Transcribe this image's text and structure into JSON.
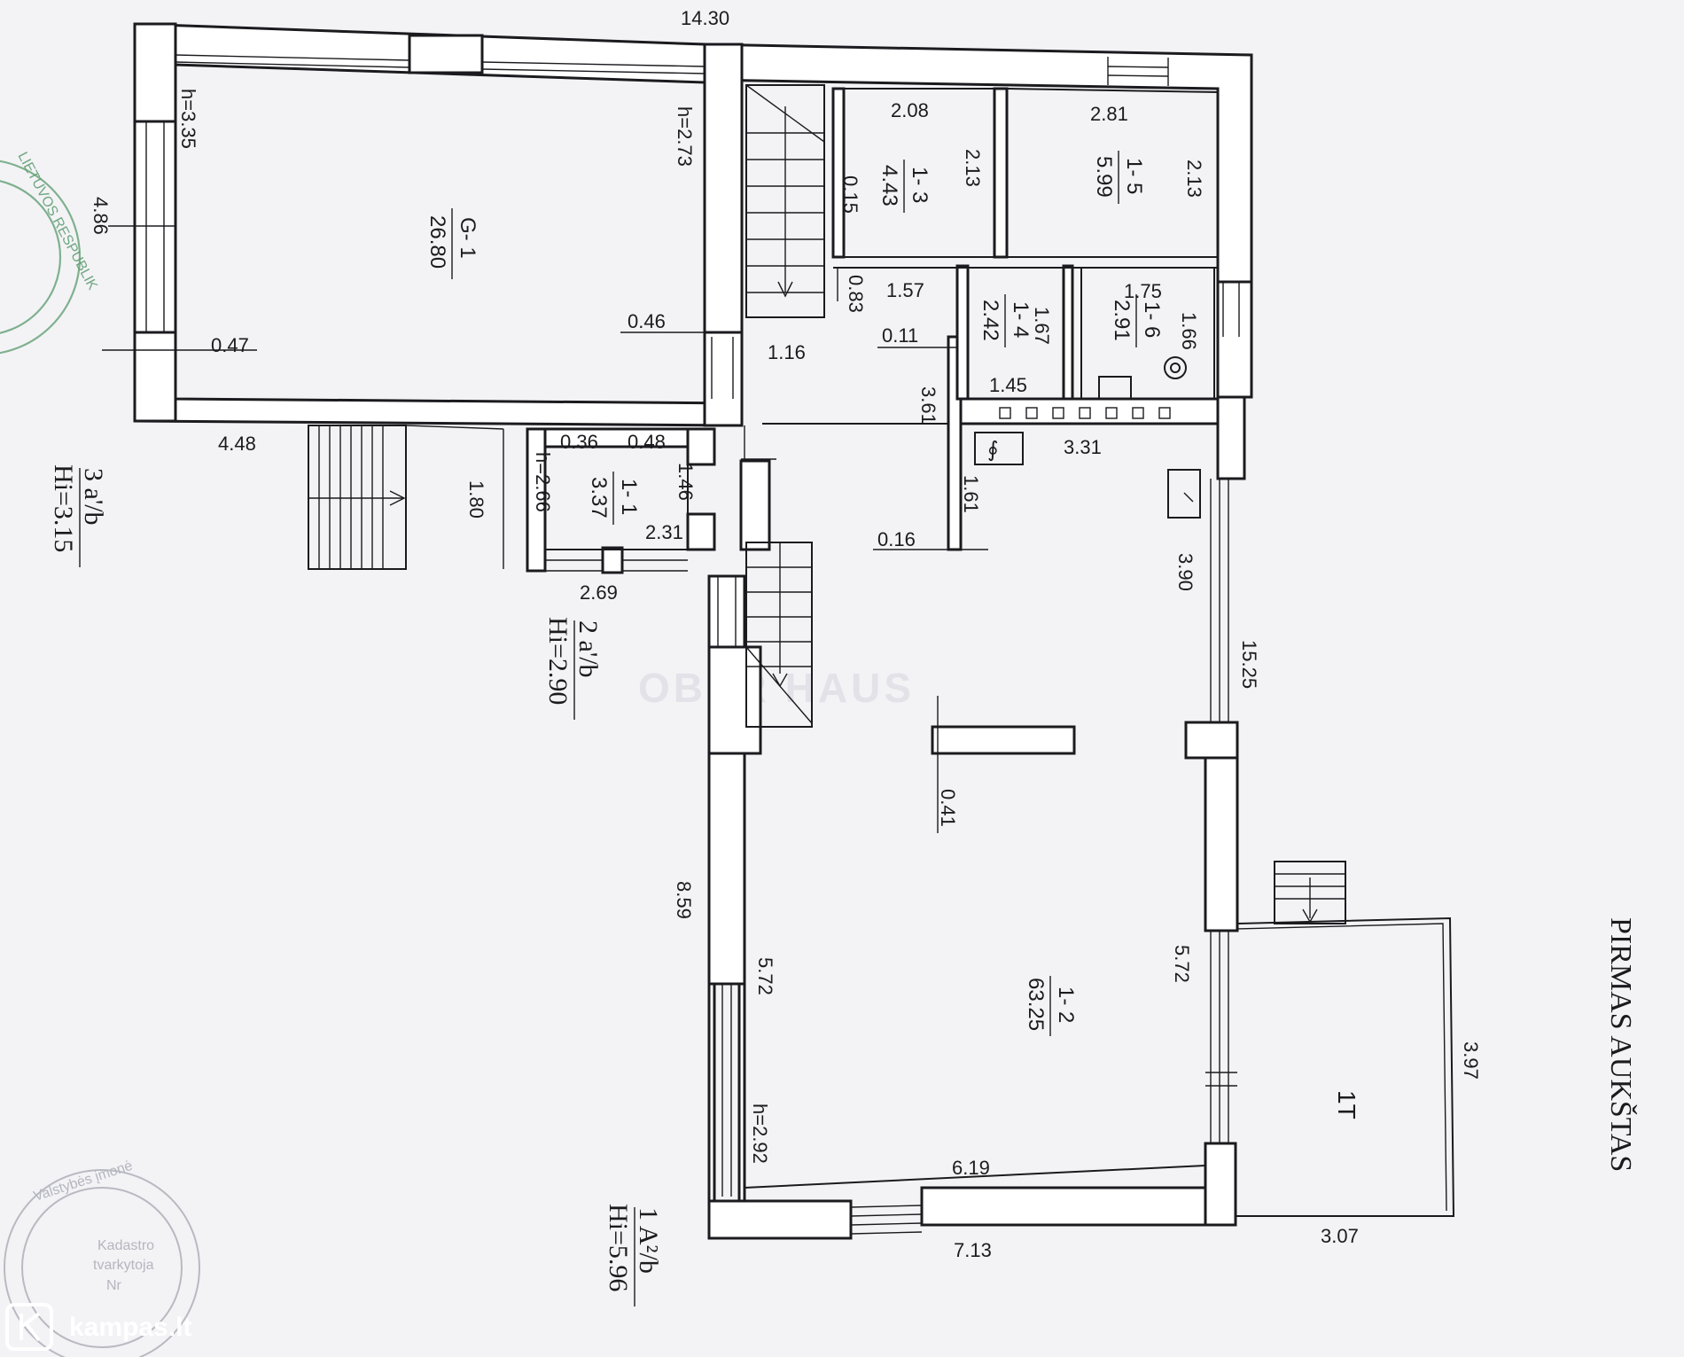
{
  "title": "PIRMAS AUKŠTAS",
  "brand": "kampas.lt",
  "watermark": "OBER HAUS",
  "stamps": {
    "top_left": "LIETUVOS RESPUBLIK",
    "bottom_left": [
      "Valstybės įmonė",
      "Kadastro",
      "tvarkytoja",
      "Nr"
    ]
  },
  "rooms": {
    "g1": {
      "id": "G- 1",
      "area": "26.80"
    },
    "r11": {
      "id": "1- 1",
      "area": "3.37"
    },
    "r12": {
      "id": "1- 2",
      "area": "63.25"
    },
    "r13": {
      "id": "1- 3",
      "area": "4.43"
    },
    "r14": {
      "id": "1- 4",
      "area": "2.42"
    },
    "r15": {
      "id": "1- 5",
      "area": "5.99"
    },
    "r16": {
      "id": "1- 6",
      "area": "2.91"
    },
    "t1": {
      "id": "1T"
    }
  },
  "heights": {
    "g1_left": "h=3.35",
    "g1_right": "h=2.73",
    "r11": "h=2.66",
    "r12": "h=2.92"
  },
  "levels": {
    "a3": {
      "label": "3 a'/b",
      "hi": "Hi=3.15"
    },
    "a2": {
      "label": "2 a'/b",
      "hi": "Hi=2.90"
    },
    "a1": {
      "label": "1 A²/b",
      "hi": "Hi=5.96"
    }
  },
  "dims": {
    "top_total": "14.30",
    "right_total": "15.25",
    "g1_depth": "4.86",
    "wall_047": "0.47",
    "wall_046": "0.46",
    "d448": "4.48",
    "d180": "1.80",
    "d269": "2.69",
    "d036": "0.36",
    "d048": "0.48",
    "d146": "1.46",
    "d231": "2.31",
    "d116": "1.16",
    "d208": "2.08",
    "d213a": "2.13",
    "d015": "0.15",
    "d281": "2.81",
    "d213b": "2.13",
    "d157": "1.57",
    "d083": "0.83",
    "d011": "0.11",
    "d167": "1.67",
    "d145": "1.45",
    "d175": "1.75",
    "d166": "1.66",
    "d361": "3.61",
    "d331": "3.31",
    "d161": "1.61",
    "d016": "0.16",
    "d390": "3.90",
    "d041": "0.41",
    "d859": "8.59",
    "d572a": "5.72",
    "d572b": "5.72",
    "d619": "6.19",
    "d713": "7.13",
    "d307": "3.07",
    "d397": "3.97"
  }
}
